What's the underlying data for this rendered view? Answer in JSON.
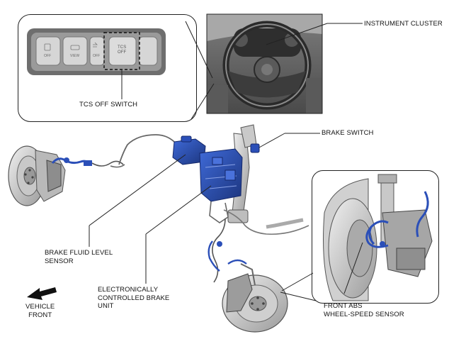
{
  "labels": {
    "tcs_off_switch": "TCS OFF SWITCH",
    "instrument_cluster": "INSTRUMENT CLUSTER",
    "brake_switch": "BRAKE SWITCH",
    "brake_fluid_level_sensor": "BRAKE FLUID LEVEL\nSENSOR",
    "electronically_controlled_brake_unit": "ELECTRONICALLY\nCONTROLLED BRAKE\nUNIT",
    "front_abs_sensor": "FRONT ABS\nWHEEL-SPEED SENSOR",
    "vehicle_front": "VEHICLE\nFRONT"
  },
  "switch_panel": {
    "buttons": [
      "OFF",
      "VIEW",
      "OFF",
      "TCS\nOFF"
    ]
  },
  "colors": {
    "highlight_blue": "#2b4fb8",
    "line": "#222222",
    "metal_light": "#d9d9d9",
    "metal_dark": "#7a7a7a"
  }
}
